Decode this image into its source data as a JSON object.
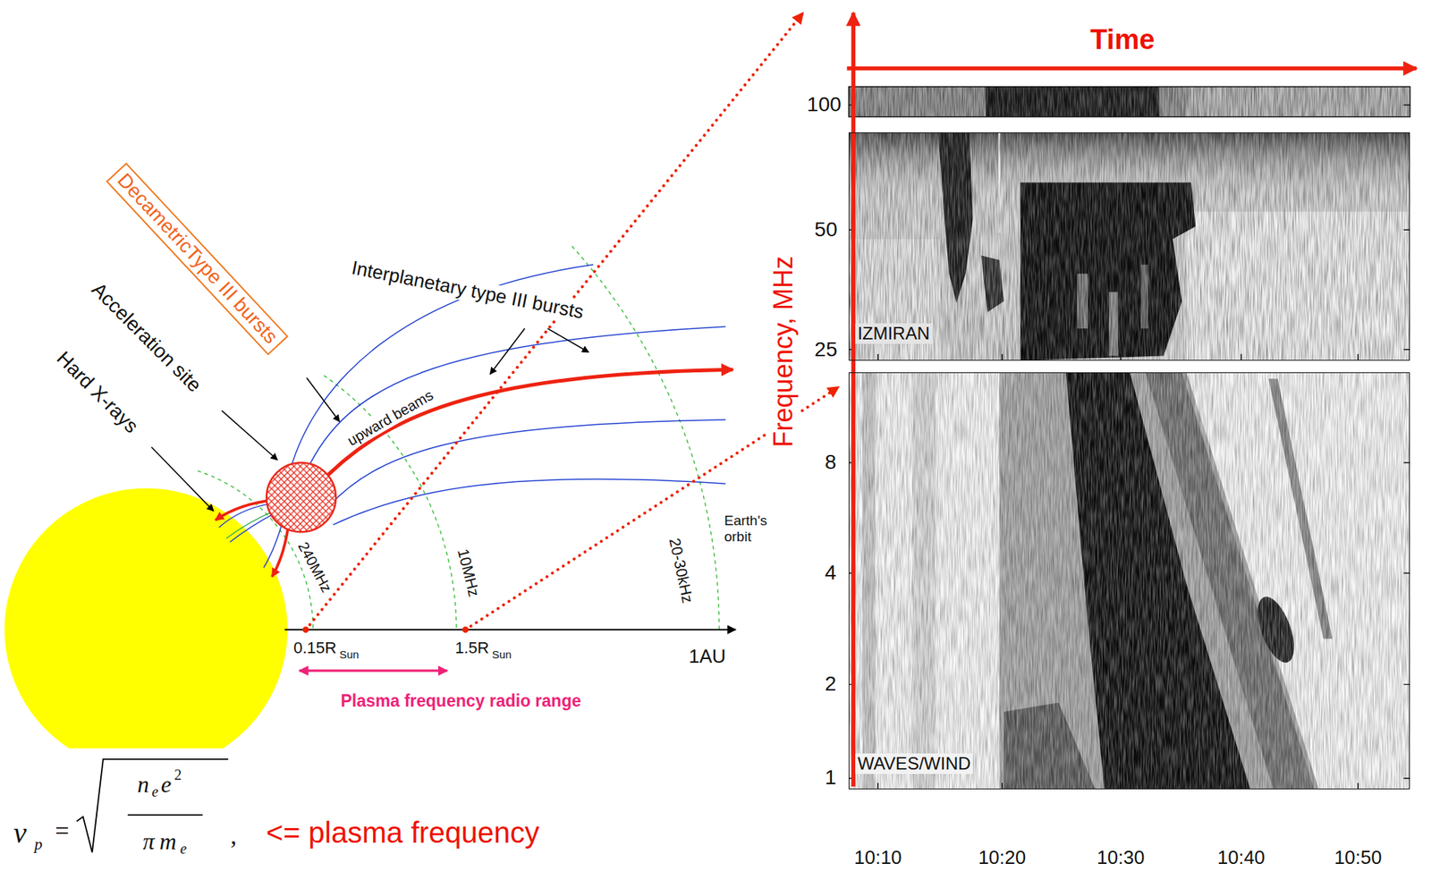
{
  "diagram": {
    "nodes": [
      {
        "text": [
          "DecametricType III bursts"
        ]
      },
      {
        "text": [
          "IZMIRAN"
        ]
      },
      {
        "text": [
          "WAVES/WIND"
        ]
      }
    ],
    "labels": [
      "Time",
      "Frequency, MHz",
      "100",
      "50",
      "25",
      "8",
      "4",
      "2",
      "1",
      "10:10",
      "10:20",
      "10:30",
      "10:40",
      "10:50",
      "Interplanetary type III bursts",
      "upward beams",
      "Acceleration site",
      "Hard X-rays",
      "240MHz",
      "10MHz",
      "20-30kHz",
      "Earth's orbit",
      "0.15R",
      "Sun",
      "1.5R",
      "Sun",
      "1AU",
      "Plasma frequency radio range",
      "ν",
      "p",
      "=",
      "n",
      "e",
      "e",
      "2",
      "π",
      "m",
      "e",
      ",",
      "<= plasma frequency"
    ]
  }
}
